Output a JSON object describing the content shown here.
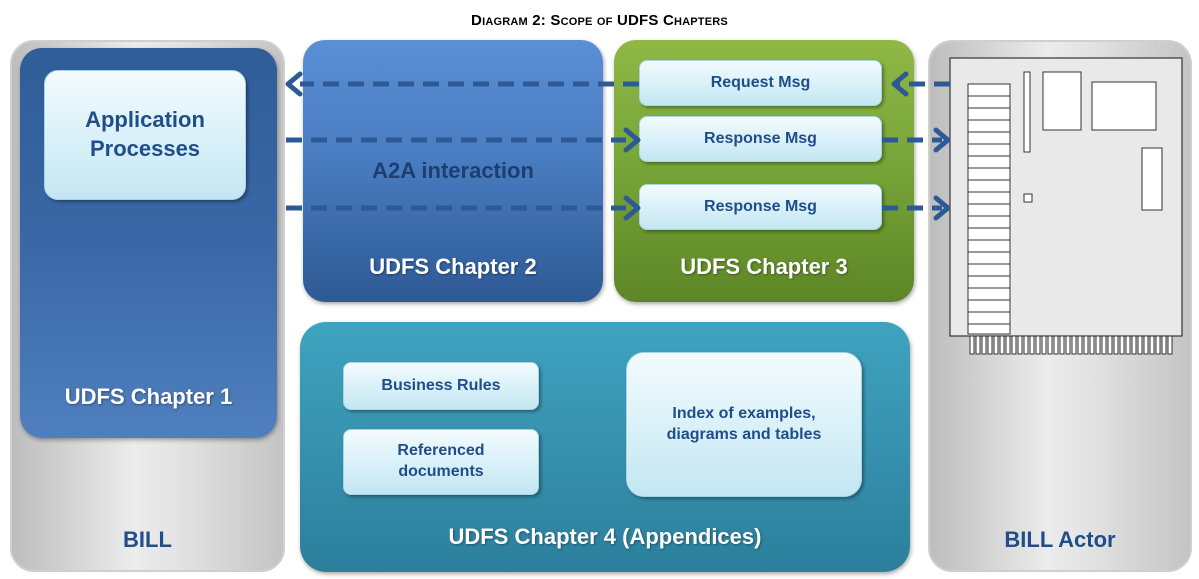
{
  "title": "Diagram 2: Scope of UDFS Chapters",
  "bill": {
    "label": "BILL"
  },
  "chapter1": {
    "label": "UDFS Chapter 1",
    "inner": "Application Processes"
  },
  "chapter2": {
    "label": "UDFS Chapter 2",
    "inner": "A2A interaction"
  },
  "chapter3": {
    "label": "UDFS Chapter 3",
    "messages": [
      "Request Msg",
      "Response Msg",
      "Response Msg"
    ]
  },
  "chapter4": {
    "label": "UDFS Chapter 4 (Appendices)",
    "items": [
      "Business Rules",
      "Referenced documents",
      "Index of examples, diagrams and tables"
    ]
  },
  "actor": {
    "label": "BILL Actor",
    "icon": "server-board-icon"
  },
  "colors": {
    "chapter1": "#3a68a6",
    "chapter2": "#4a7cc1",
    "chapter3": "#79a63a",
    "chapter4": "#3793b0",
    "arrow": "#2d5a94",
    "text": "#1f4e8a"
  }
}
